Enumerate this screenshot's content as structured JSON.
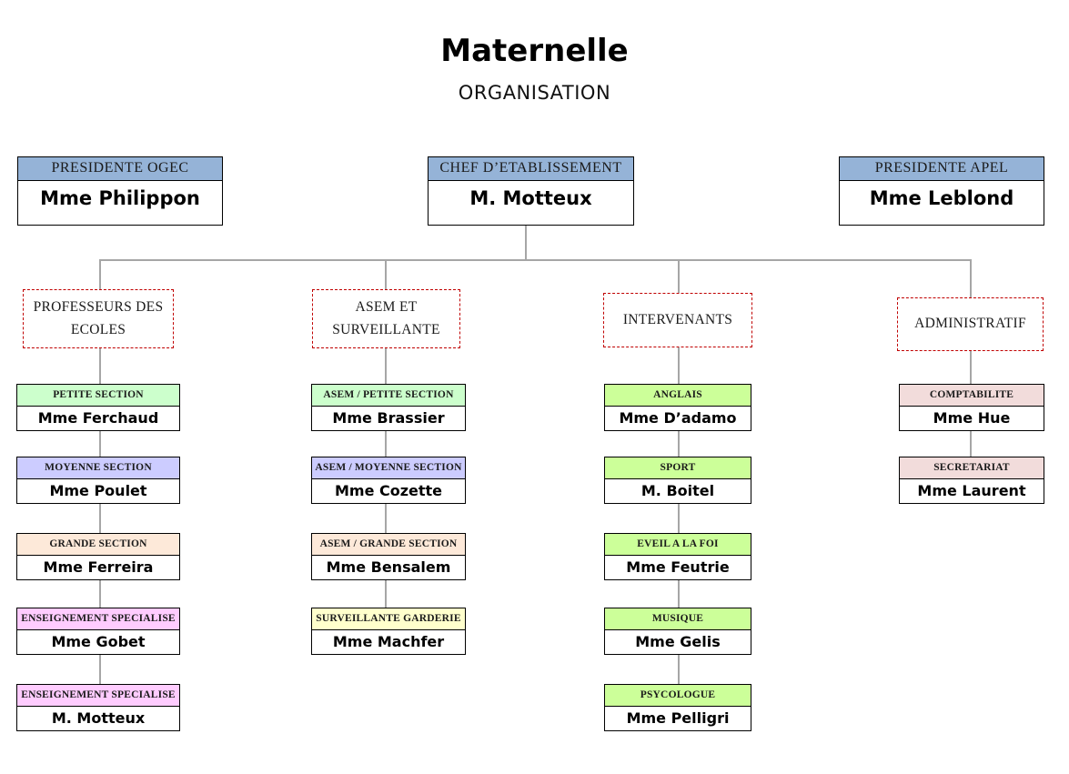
{
  "title": "Maternelle",
  "subtitle": "ORGANISATION",
  "colors": {
    "top-header": "#95B3D7",
    "connector": "#A6A6A6",
    "dashed-border": "#C00000"
  },
  "top_row": [
    {
      "role": "PRESIDENTE OGEC",
      "name": "Mme Philippon"
    },
    {
      "role": "CHEF D’ETABLISSEMENT",
      "name": "M. Motteux"
    },
    {
      "role": "PRESIDENTE APEL",
      "name": "Mme Leblond"
    }
  ],
  "groups": [
    {
      "label": "PROFESSEURS DES ECOLES"
    },
    {
      "label": "ASEM ET SURVEILLANTE"
    },
    {
      "label": "INTERVENANTS"
    },
    {
      "label": "ADMINISTRATIF"
    }
  ],
  "columns": [
    {
      "group": "professeurs-des-ecoles",
      "boxes": [
        {
          "header": "PETITE SECTION",
          "name": "Mme Ferchaud",
          "color": "#CCFFCC"
        },
        {
          "header": "MOYENNE SECTION",
          "name": "Mme Poulet",
          "color": "#CCCCFF"
        },
        {
          "header": "GRANDE SECTION",
          "name": "Mme Ferreira",
          "color": "#FDE9D9"
        },
        {
          "header": "ENSEIGNEMENT SPECIALISE",
          "name": "Mme Gobet",
          "color": "#FFCCFF"
        },
        {
          "header": "ENSEIGNEMENT SPECIALISE",
          "name": "M. Motteux",
          "color": "#FFCCFF"
        }
      ]
    },
    {
      "group": "asem-et-surveillante",
      "boxes": [
        {
          "header": "ASEM / PETITE SECTION",
          "name": "Mme Brassier",
          "color": "#CCFFCC"
        },
        {
          "header": "ASEM / MOYENNE SECTION",
          "name": "Mme Cozette",
          "color": "#CCCCFF"
        },
        {
          "header": "ASEM / GRANDE SECTION",
          "name": "Mme Bensalem",
          "color": "#FDE9D9"
        },
        {
          "header": "SURVEILLANTE GARDERIE",
          "name": "Mme Machfer",
          "color": "#FFFFCC"
        }
      ]
    },
    {
      "group": "intervenants",
      "boxes": [
        {
          "header": "ANGLAIS",
          "name": "Mme D’adamo",
          "color": "#CCFF99"
        },
        {
          "header": "SPORT",
          "name": "M. Boitel",
          "color": "#CCFF99"
        },
        {
          "header": "EVEIL A LA FOI",
          "name": "Mme Feutrie",
          "color": "#CCFF99"
        },
        {
          "header": "MUSIQUE",
          "name": "Mme Gelis",
          "color": "#CCFF99"
        },
        {
          "header": "PSYCOLOGUE",
          "name": "Mme Pelligri",
          "color": "#CCFF99"
        }
      ]
    },
    {
      "group": "administratif",
      "boxes": [
        {
          "header": "COMPTABILITE",
          "name": "Mme Hue",
          "color": "#F2DCDB"
        },
        {
          "header": "SECRETARIAT",
          "name": "Mme Laurent",
          "color": "#F2DCDB"
        }
      ]
    }
  ]
}
